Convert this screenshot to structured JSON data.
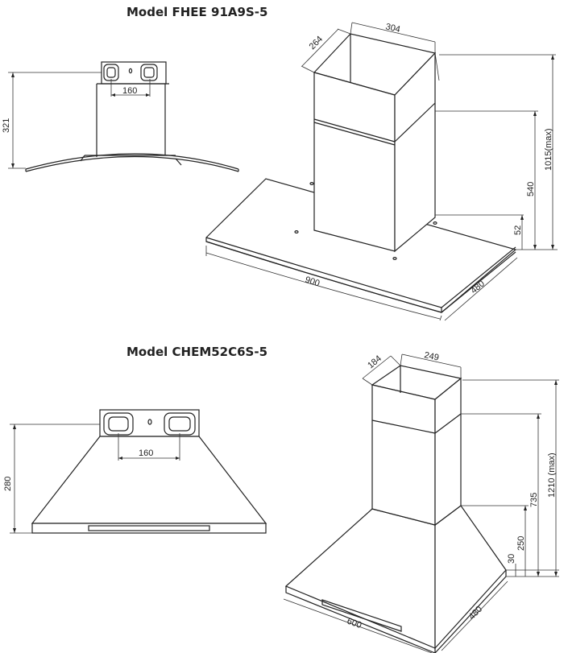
{
  "models": [
    {
      "title": "Model FHEE 91A9S-5",
      "side_view": {
        "height": "321",
        "outlet_spacing": "160"
      },
      "iso_view": {
        "chimney_depth": "264",
        "chimney_width": "304",
        "max_height": "1015(max)",
        "chimney_height": "540",
        "canopy_height": "52",
        "width": "900",
        "depth": "480"
      }
    },
    {
      "title": "Model CHEM52C6S-5",
      "side_view": {
        "height": "280",
        "outlet_spacing": "160"
      },
      "iso_view": {
        "chimney_depth": "184",
        "chimney_width": "249",
        "max_height": "1210 (max)",
        "chimney_height": "735",
        "canopy_height": "250",
        "base_height": "30",
        "width": "600",
        "depth": "480"
      }
    }
  ]
}
